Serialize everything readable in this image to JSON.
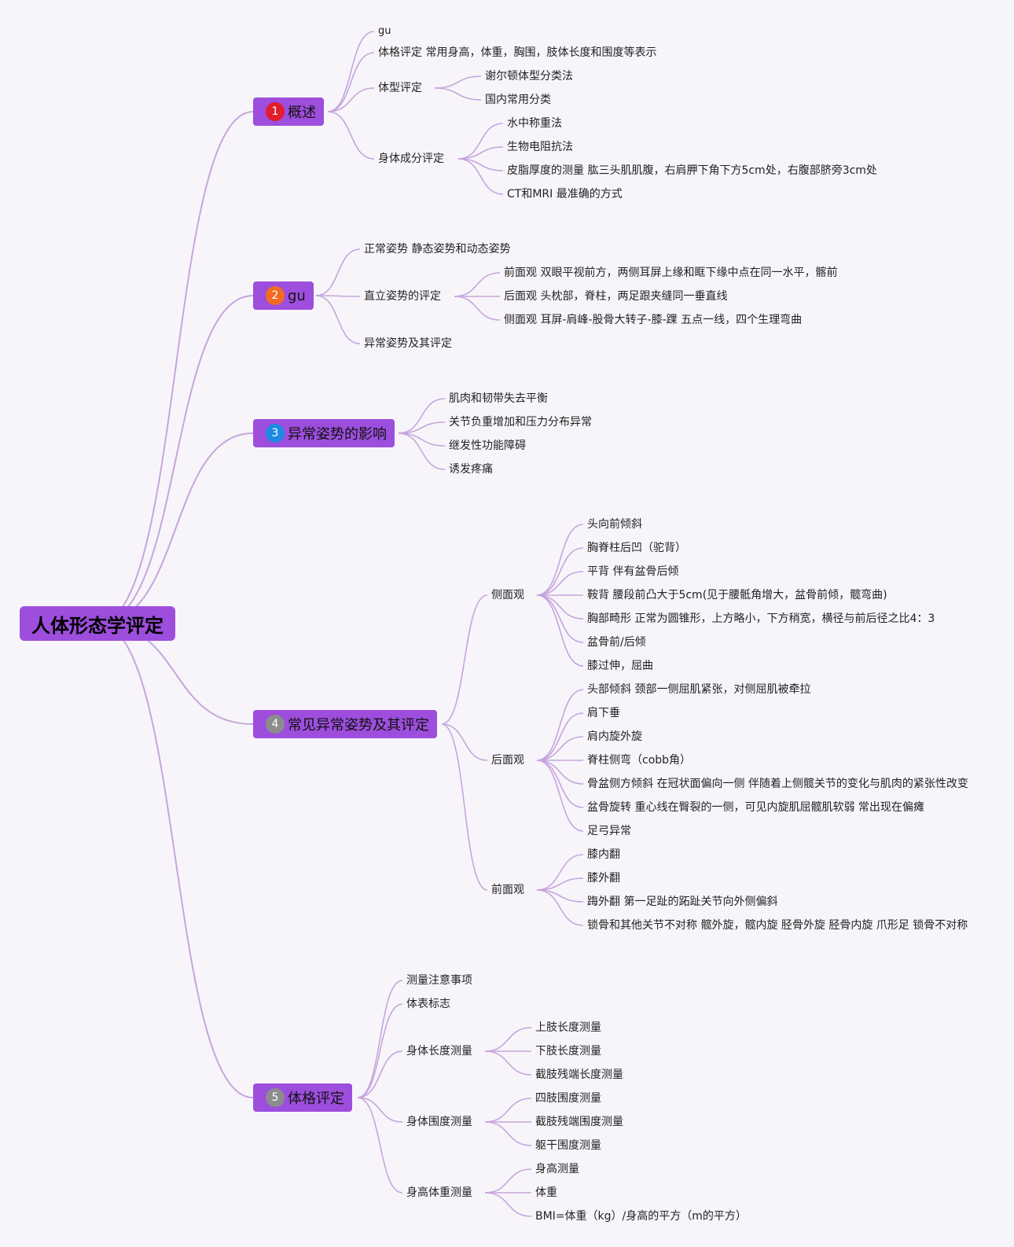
{
  "title": "人体形态学评定",
  "colors": {
    "branch": "#9d4edd",
    "link": "#c7a5dc",
    "background": "#f7f5fa"
  },
  "branches": [
    {
      "badge": "1",
      "badge_color": "#e11d2e",
      "label": "概述"
    },
    {
      "badge": "2",
      "badge_color": "#f26b21",
      "label": "gu"
    },
    {
      "badge": "3",
      "badge_color": "#1e88e5",
      "label": "异常姿势的影响"
    },
    {
      "badge": "4",
      "badge_color": "#8c8c8c",
      "label": "常见异常姿势及其评定"
    },
    {
      "badge": "5",
      "badge_color": "#8c8c8c",
      "label": "体格评定"
    }
  ],
  "nodes": {
    "b1_gu": "gu",
    "b1_tige": "体格评定 常用身高，体重，胸围，肢体长度和围度等表示",
    "b1_tixing": "体型评定",
    "b1_tixing_1": "谢尔顿体型分类法",
    "b1_tixing_2": "国内常用分类",
    "b1_chengfen": "身体成分评定",
    "b1_chengfen_1": "水中称重法",
    "b1_chengfen_2": "生物电阻抗法",
    "b1_chengfen_3": "皮脂厚度的测量 肱三头肌肌腹，右肩胛下角下方5cm处，右腹部脐旁3cm处",
    "b1_chengfen_4": "CT和MRI 最准确的方式",
    "b2_normal": "正常姿势 静态姿势和动态姿势",
    "b2_upright": "直立姿势的评定",
    "b2_upright_1": "前面观 双眼平视前方，两侧耳屏上缘和眶下缘中点在同一水平，髂前",
    "b2_upright_2": "后面观 头枕部，脊柱，两足跟夹缝同一垂直线",
    "b2_upright_3": "侧面观 耳屏-肩峰-股骨大转子-膝-踝 五点一线，四个生理弯曲",
    "b2_abnormal": "异常姿势及其评定",
    "b3_1": "肌肉和韧带失去平衡",
    "b3_2": "关节负重增加和压力分布异常",
    "b3_3": "继发性功能障碍",
    "b3_4": "诱发疼痛",
    "b4_side": "侧面观",
    "b4_side_1": "头向前倾斜",
    "b4_side_2": "胸脊柱后凹（驼背）",
    "b4_side_3": "平背 伴有盆骨后倾",
    "b4_side_4": "鞍背 腰段前凸大于5cm(见于腰骶角增大，盆骨前倾，髋弯曲)",
    "b4_side_5": "胸部畸形 正常为圆锥形，上方略小，下方稍宽，横径与前后径之比4：3",
    "b4_side_6": "盆骨前/后倾",
    "b4_side_7": "膝过伸，屈曲",
    "b4_back": "后面观",
    "b4_back_1": "头部倾斜 颈部一侧屈肌紧张，对侧屈肌被牵拉",
    "b4_back_2": "肩下垂",
    "b4_back_3": "肩内旋外旋",
    "b4_back_4": "脊柱侧弯（cobb角）",
    "b4_back_5": "骨盆侧方倾斜 在冠状面偏向一侧 伴随着上侧髋关节的变化与肌肉的紧张性改变",
    "b4_back_6": "盆骨旋转 重心线在臀裂的一侧，可见内旋肌屈髋肌软弱 常出现在偏瘫",
    "b4_back_7": "足弓异常",
    "b4_front": "前面观",
    "b4_front_1": "膝内翻",
    "b4_front_2": "膝外翻",
    "b4_front_3": "踇外翻 第一足趾的跖趾关节向外侧偏斜",
    "b4_front_4": "锁骨和其他关节不对称 髋外旋，髋内旋 胫骨外旋 胫骨内旋 爪形足 锁骨不对称",
    "b5_note": "测量注意事项",
    "b5_mark": "体表标志",
    "b5_len": "身体长度测量",
    "b5_len_1": "上肢长度测量",
    "b5_len_2": "下肢长度测量",
    "b5_len_3": "截肢残端长度测量",
    "b5_circ": "身体围度测量",
    "b5_circ_1": "四肢围度测量",
    "b5_circ_2": "截肢残端围度测量",
    "b5_circ_3": "躯干围度测量",
    "b5_hw": "身高体重测量",
    "b5_hw_1": "身高测量",
    "b5_hw_2": "体重",
    "b5_hw_3": "BMI=体重（kg）/身高的平方（m的平方）"
  }
}
